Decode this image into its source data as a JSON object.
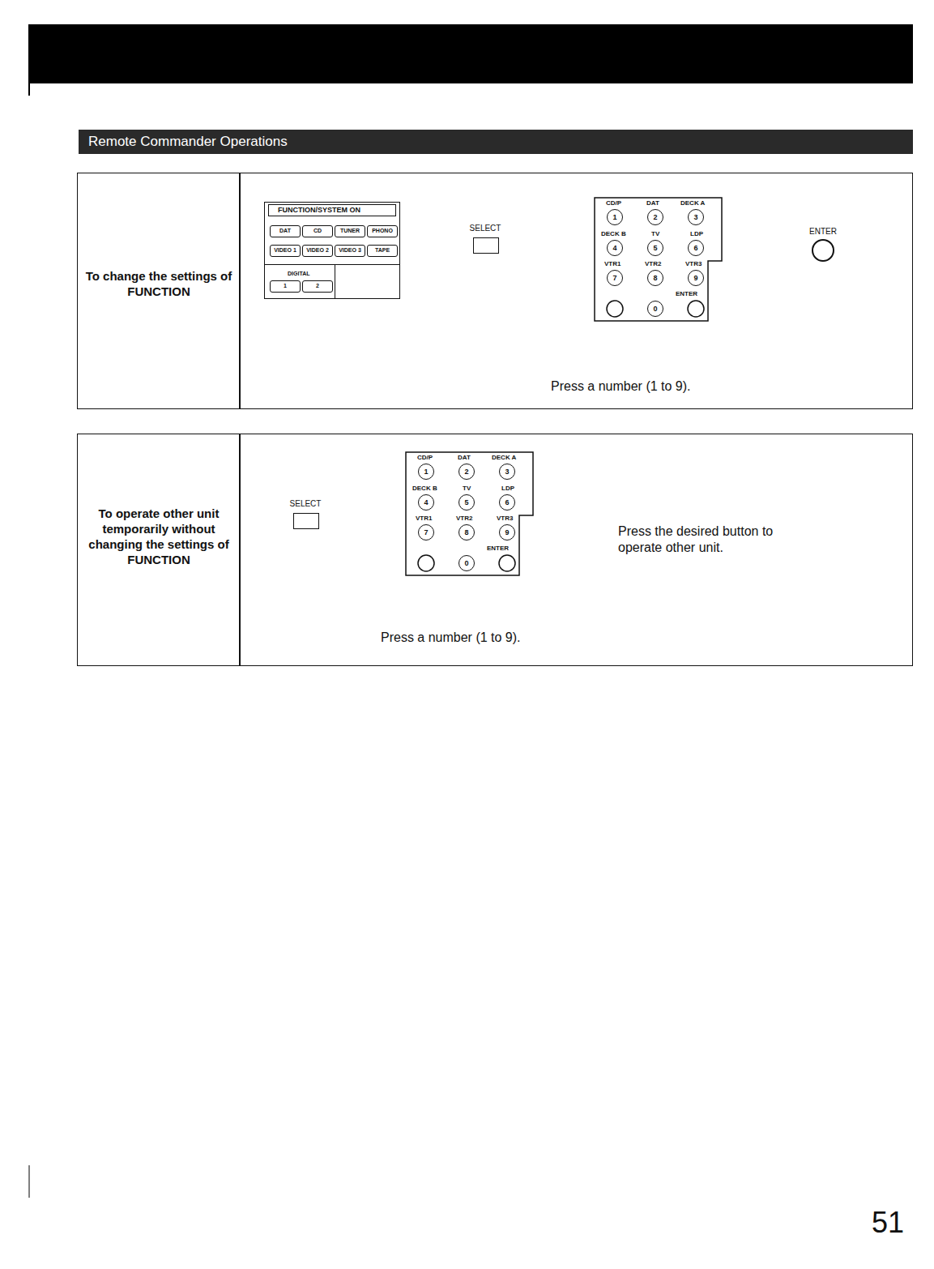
{
  "diagram": {
    "nodes": [
      {
        "text": [
          "Remote Commander Operations"
        ]
      },
      {
        "text": [
          "To change the settings of FUNCTION"
        ]
      },
      {
        "text": [
          "FUNCTION/SYSTEM ON",
          "DIGITAL"
        ],
        "in": 1
      },
      {
        "text": [
          "DAT"
        ],
        "in": 2
      },
      {
        "text": [
          "CD"
        ],
        "in": 2
      },
      {
        "text": [
          "TUNER"
        ],
        "in": 2
      },
      {
        "text": [
          "PHONO"
        ],
        "in": 2
      },
      {
        "text": [
          "VIDEO 1"
        ],
        "in": 2
      },
      {
        "text": [
          "VIDEO 2"
        ],
        "in": 2
      },
      {
        "text": [
          "VIDEO 3"
        ],
        "in": 2
      },
      {
        "text": [
          "TAPE"
        ],
        "in": 2
      },
      {
        "text": [
          "1"
        ],
        "in": 2
      },
      {
        "text": [
          "2"
        ],
        "in": 2
      },
      {
        "text": [
          "SELECT"
        ],
        "in": 1
      },
      {
        "text": [
          "CD/P",
          "DAT",
          "DECK A",
          "DECK B",
          "TV",
          "LDP",
          "VTR1",
          "VTR2",
          "VTR3",
          "ENTER"
        ],
        "in": 1
      },
      {
        "text": [
          "1"
        ],
        "in": 14
      },
      {
        "text": [
          "2"
        ],
        "in": 14
      },
      {
        "text": [
          "3"
        ],
        "in": 14
      },
      {
        "text": [
          "4"
        ],
        "in": 14
      },
      {
        "text": [
          "5"
        ],
        "in": 14
      },
      {
        "text": [
          "6"
        ],
        "in": 14
      },
      {
        "text": [
          "7"
        ],
        "in": 14
      },
      {
        "text": [
          "8"
        ],
        "in": 14
      },
      {
        "text": [
          "9"
        ],
        "in": 14
      },
      {
        "text": [
          "0"
        ],
        "in": 14
      },
      {
        "text": [
          "ENTER"
        ],
        "in": 1
      },
      {
        "text": [
          "To operate other unit temporarily without changing the settings of FUNCTION"
        ]
      },
      {
        "text": [
          "SELECT"
        ],
        "in": 26
      },
      {
        "text": [
          "CD/P",
          "DAT",
          "DECK A",
          "DECK B",
          "TV",
          "LDP",
          "VTR1",
          "VTR2",
          "VTR3",
          "ENTER"
        ],
        "in": 26
      },
      {
        "text": [
          "1"
        ],
        "in": 28
      },
      {
        "text": [
          "2"
        ],
        "in": 28
      },
      {
        "text": [
          "3"
        ],
        "in": 28
      },
      {
        "text": [
          "4"
        ],
        "in": 28
      },
      {
        "text": [
          "5"
        ],
        "in": 28
      },
      {
        "text": [
          "6"
        ],
        "in": 28
      },
      {
        "text": [
          "7"
        ],
        "in": 28
      },
      {
        "text": [
          "8"
        ],
        "in": 28
      },
      {
        "text": [
          "9"
        ],
        "in": 28
      },
      {
        "text": [
          "0"
        ],
        "in": 28
      },
      {
        "text": [
          "Press the desired button to operate other unit."
        ],
        "in": 26
      }
    ],
    "edges": [
      {
        "from": 2,
        "to": 13,
        "arrow": "to"
      },
      {
        "from": 13,
        "to": 14,
        "arrow": "to"
      },
      {
        "from": 14,
        "to": 25,
        "arrow": "to"
      },
      {
        "from": 27,
        "to": 28,
        "arrow": "to"
      },
      {
        "from": 28,
        "to": 39,
        "arrow": "to"
      }
    ],
    "labels": [
      "Press a number (1 to 9).",
      "Press a number (1 to 9).",
      "51"
    ]
  }
}
